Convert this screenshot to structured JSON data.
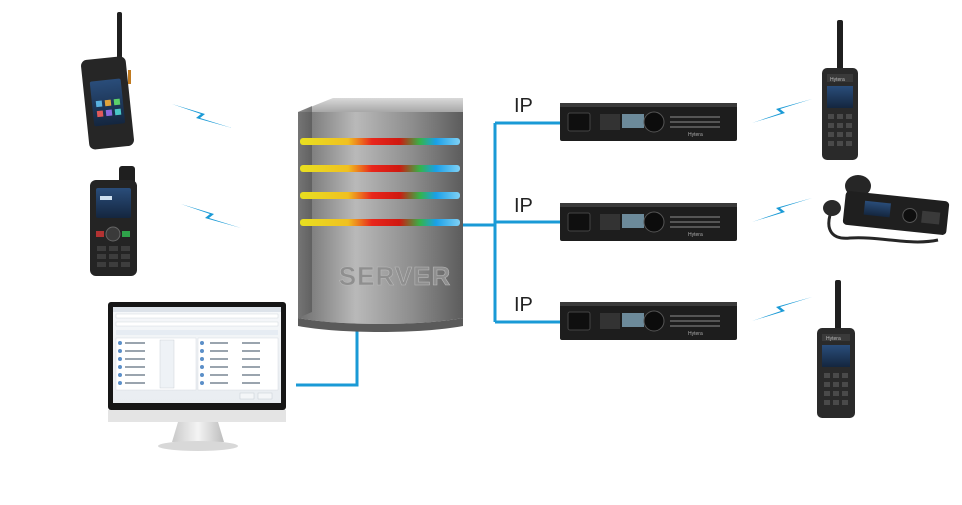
{
  "server": {
    "label": "SERVER"
  },
  "links": {
    "ip_label_1": "IP",
    "ip_label_2": "IP",
    "ip_label_3": "IP"
  },
  "repeaters": {
    "brand": "Hytera"
  },
  "radios": {
    "left_smartphone_time": "",
    "right_brand": "Hytera"
  },
  "colors": {
    "link_line": "#1a9ad6",
    "server_body": "#9a9a9a",
    "stripe_yellow": "#e8e020",
    "stripe_red": "#e8261c",
    "stripe_green": "#34b44a",
    "stripe_blue": "#1aa0e8"
  }
}
